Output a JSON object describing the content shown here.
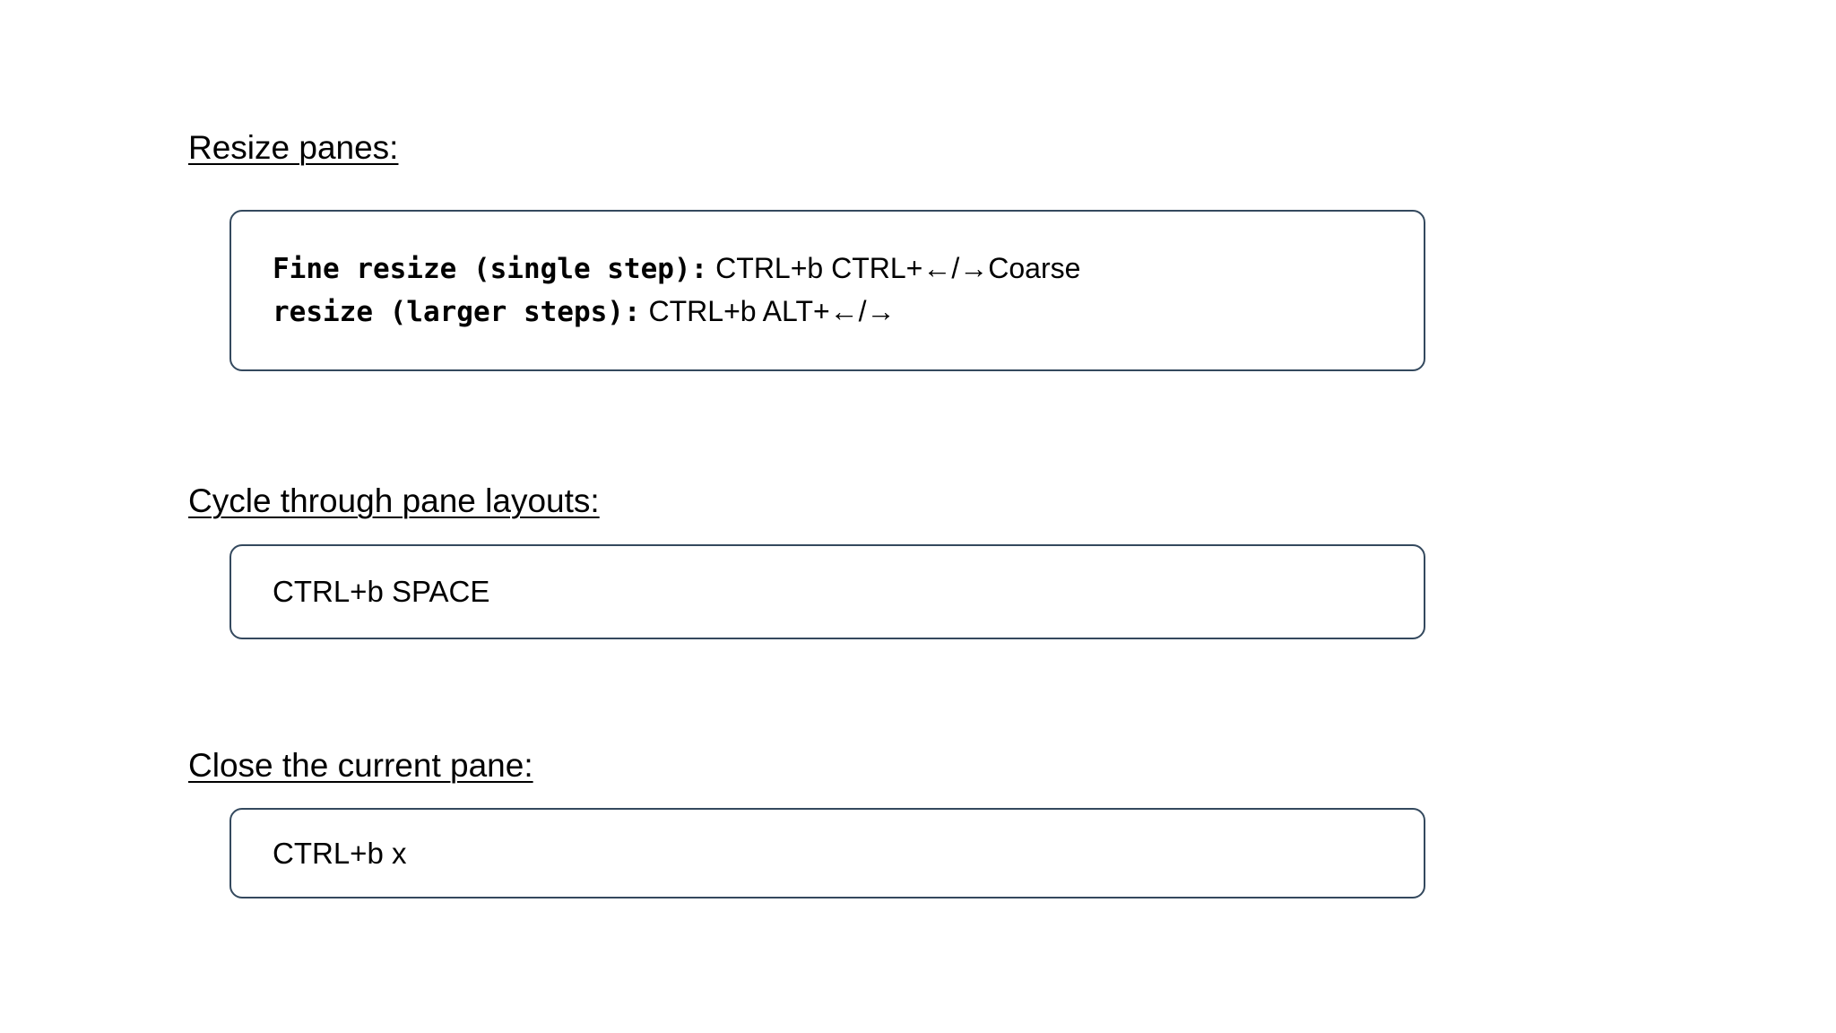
{
  "document": {
    "background_color": "#ffffff",
    "text_color": "#000000",
    "box_border_color": "#34495e",
    "sections": [
      {
        "heading": "Resize panes:",
        "code_lines": [
          {
            "label": "Fine resize (single step):",
            "value": " CTRL+b CTRL+←/→Coarse"
          },
          {
            "label": "resize (larger steps):",
            "value": " CTRL+b ALT+←/→"
          }
        ]
      },
      {
        "heading": "Cycle through pane layouts:",
        "code_plain": "CTRL+b SPACE"
      },
      {
        "heading": "Close the current pane:",
        "code_plain": "CTRL+b x"
      }
    ]
  }
}
